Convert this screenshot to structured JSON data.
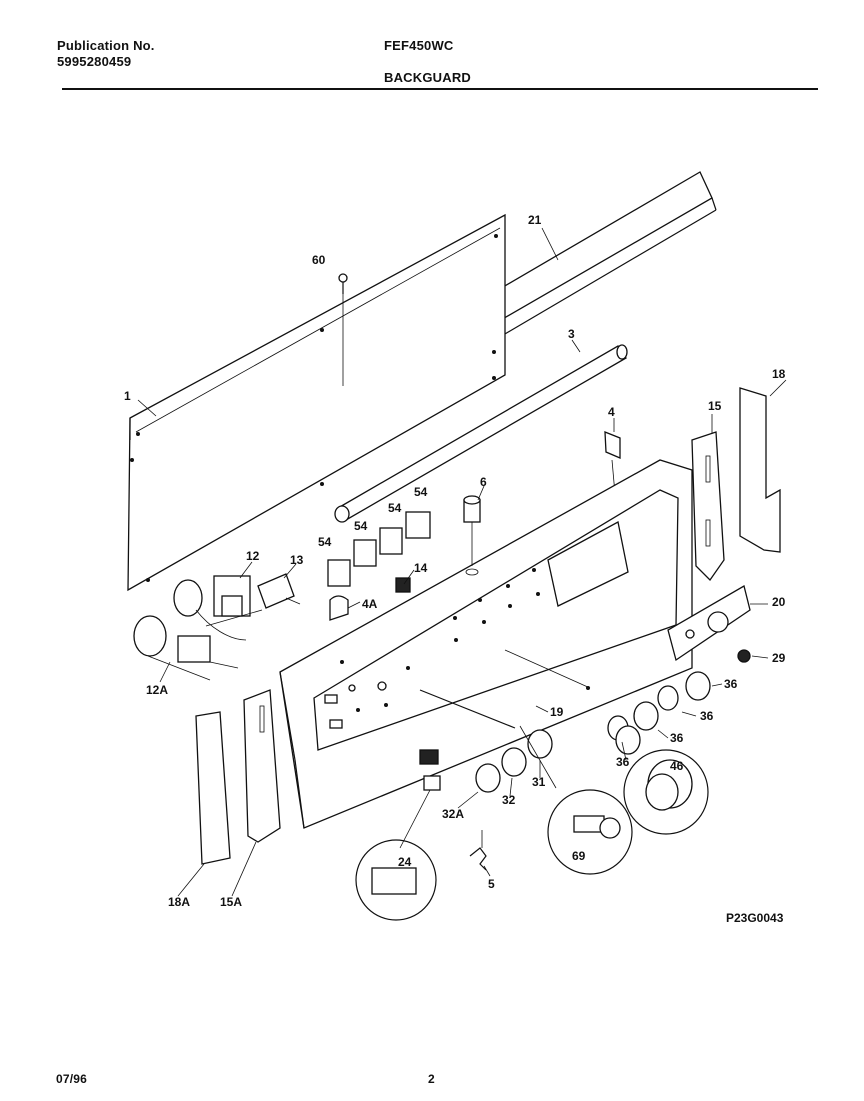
{
  "header": {
    "publication_label": "Publication No.",
    "publication_number": "5995280459",
    "model": "FEF450WC",
    "section": "BACKGUARD"
  },
  "footer": {
    "date": "07/96",
    "page": "2"
  },
  "diagram": {
    "drawing_id": "P23G0043",
    "callouts": {
      "c1": "1",
      "c21": "21",
      "c60": "60",
      "c3": "3",
      "c18": "18",
      "c15": "15",
      "c4": "4",
      "c6": "6",
      "c54a": "54",
      "c54b": "54",
      "c54c": "54",
      "c54d": "54",
      "c12": "12",
      "c13": "13",
      "c14": "14",
      "c4A": "4A",
      "c20": "20",
      "c29": "29",
      "c12A": "12A",
      "c36a": "36",
      "c36b": "36",
      "c36c": "36",
      "c36d": "36",
      "c19": "19",
      "c46": "46",
      "c31": "31",
      "c32": "32",
      "c32A": "32A",
      "c69": "69",
      "c24": "24",
      "c5": "5",
      "c18A": "18A",
      "c15A": "15A"
    }
  }
}
